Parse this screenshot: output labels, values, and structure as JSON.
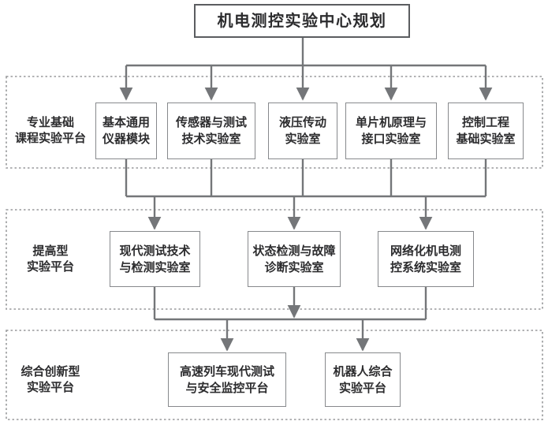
{
  "palette": {
    "line-color": "#747679",
    "border-color": "#87898c",
    "dash-color": "#98999b",
    "text-color": "#2c2c2e",
    "title-border-color": "#5b5d60",
    "bg": "#ffffff"
  },
  "title": "机电测控实验中心规划",
  "tiers": [
    {
      "label": "专业基础\n课程实验平台",
      "boxes": [
        "基本通用\n仪器模块",
        "传感器与测试\n技术实验室",
        "液压传动\n实验室",
        "单片机原理与\n接口实验室",
        "控制工程\n基础实验室"
      ]
    },
    {
      "label": "提高型\n实验平台",
      "boxes": [
        "现代测试技术\n与检测实验室",
        "状态检测与故障\n诊断实验室",
        "网络化机电测\n控系统实验室"
      ]
    },
    {
      "label": "综合创新型\n实验平台",
      "boxes": [
        "高速列车现代测试\n与安全监控平台",
        "机器人综合\n实验平台"
      ]
    }
  ]
}
